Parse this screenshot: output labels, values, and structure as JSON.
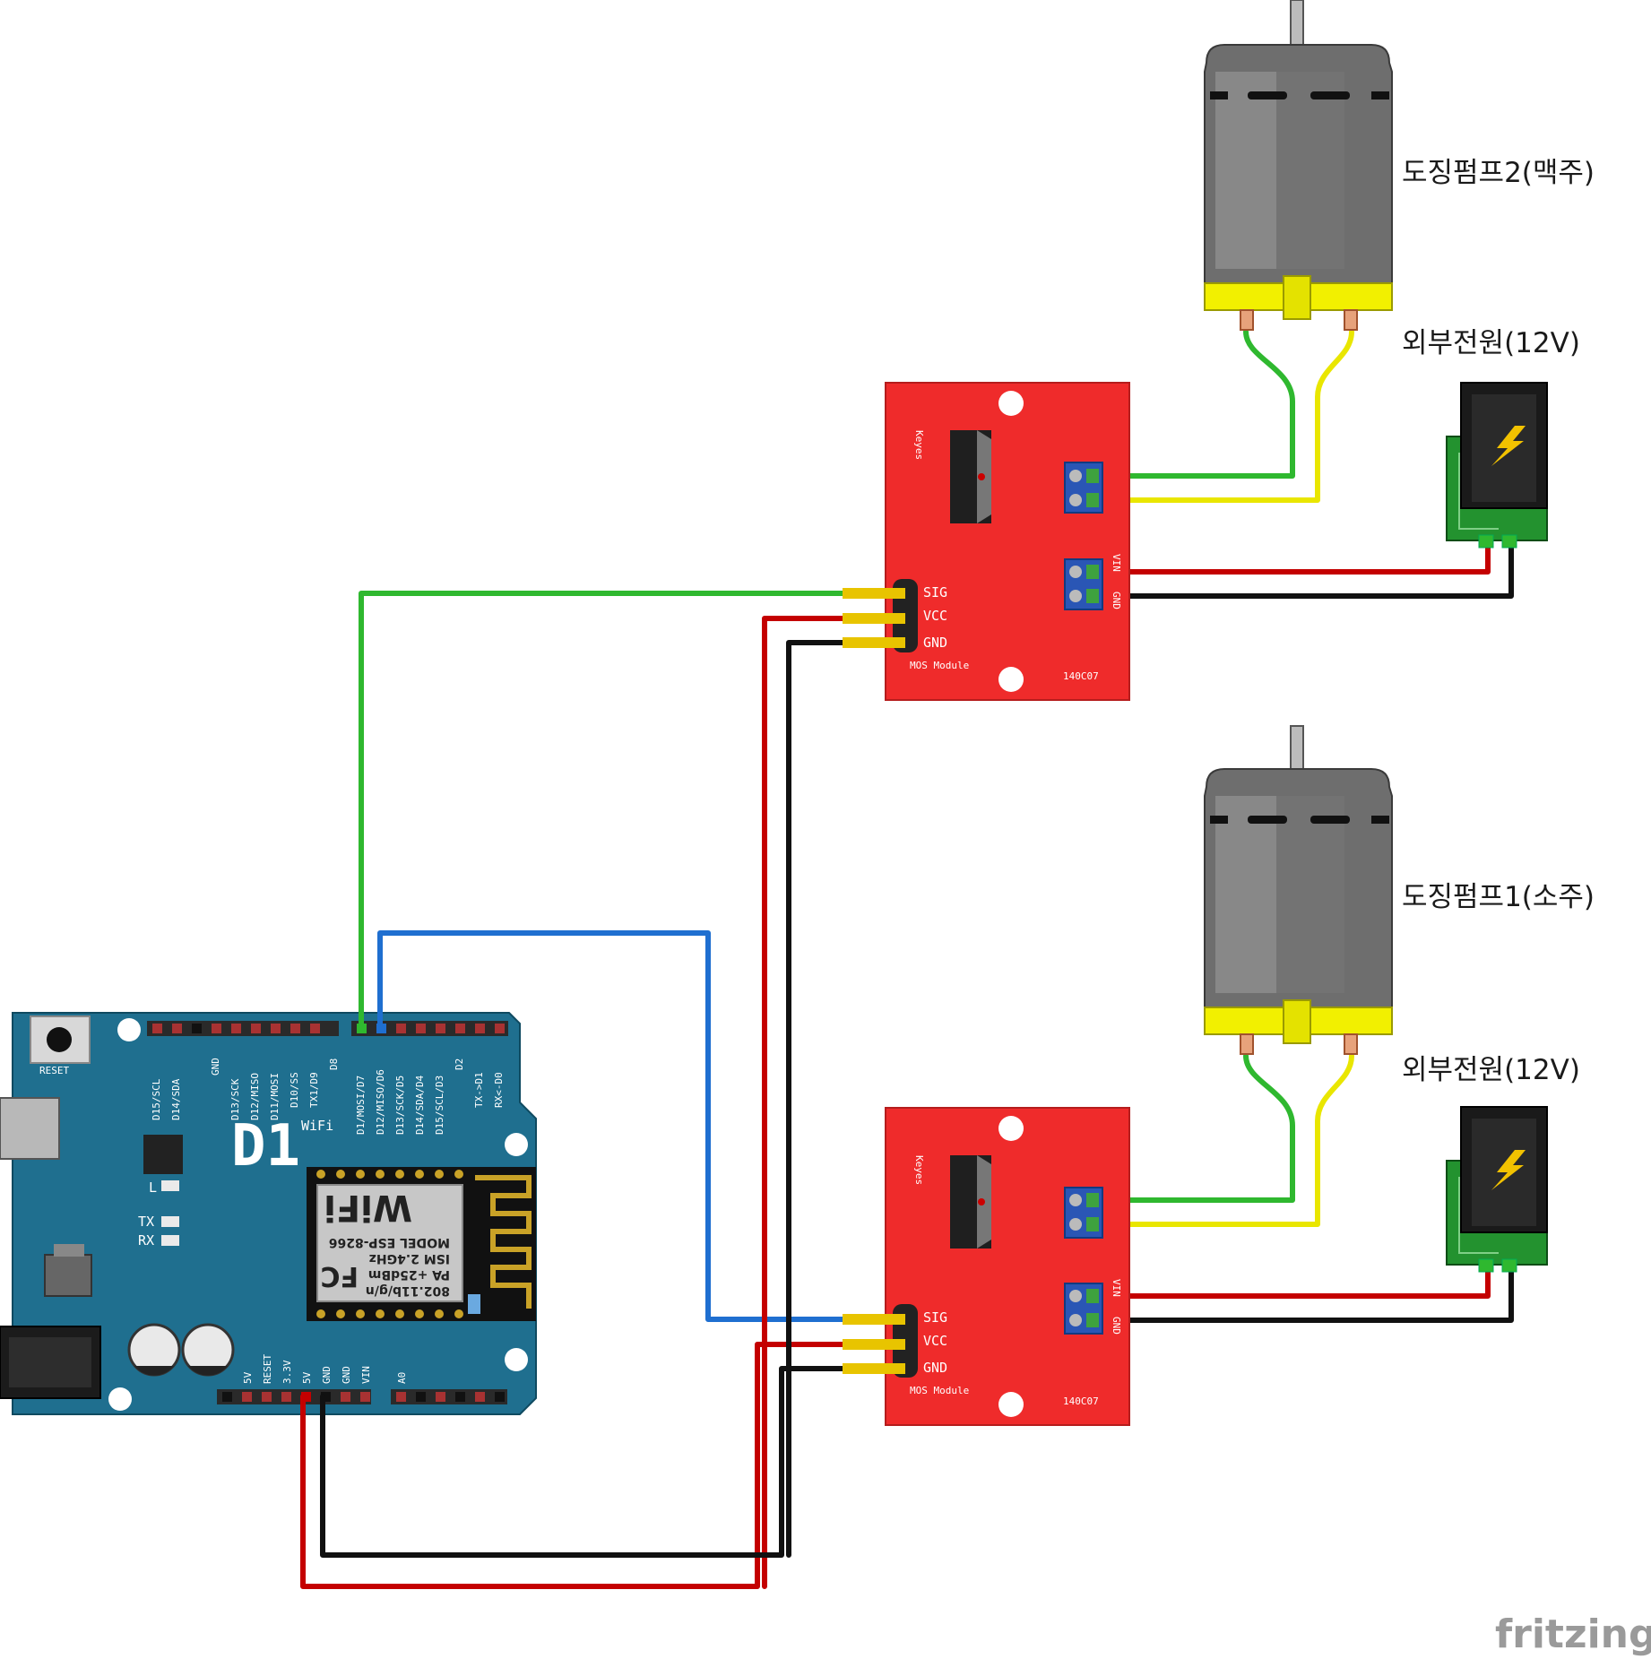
{
  "labels": {
    "pump2": "도징펌프2(맥주)",
    "pump1": "도징펌프1(소주)",
    "power_top": "외부전원(12V)",
    "power_bottom": "외부전원(12V)",
    "watermark": "fritzing"
  },
  "mos_module": {
    "keyes": "Keyes",
    "sig": "SIG",
    "vcc": "VCC",
    "gnd": "GND",
    "name": "MOS Module",
    "code": "140C07",
    "vin": "VIN",
    "gnd_short": "GND"
  },
  "d1_board": {
    "reset": "RESET",
    "logo": "D1",
    "wifi": "WiFi",
    "led_l": "L",
    "led_tx": "TX",
    "led_rx": "RX",
    "top_pins": [
      "D15/SCL",
      "D14/SDA",
      "GND",
      "D13/SCK",
      "D12/MISO",
      "D11/MOSI",
      "D10/SS",
      "TX1/D9",
      "D8",
      "D1/MOSI/D7",
      "D12/MISO/D6",
      "D13/SCK/D5",
      "D14/SDA/D4",
      "D15/SCL/D3",
      "D2",
      "TX->D1",
      "RX<-D0"
    ],
    "bottom_pins": [
      "5V",
      "RESET",
      "3.3V",
      "5V",
      "GND",
      "GND",
      "VIN",
      "A0"
    ],
    "esp_model": "MODEL  ESP-8266",
    "esp_ism": "ISM 2.4GHz",
    "esp_pa": "PA +25dBm",
    "esp_std": "802.11b/g/n",
    "esp_fcc": "FC",
    "esp_wifi": "WiFi"
  },
  "colors": {
    "board_blue": "#1f6f8f",
    "module_red": "#ef2b2b",
    "wire_green": "#2fb82f",
    "wire_red": "#c40000",
    "wire_black": "#111111",
    "wire_blue": "#1f6fd0",
    "wire_yellow": "#e9e600"
  }
}
